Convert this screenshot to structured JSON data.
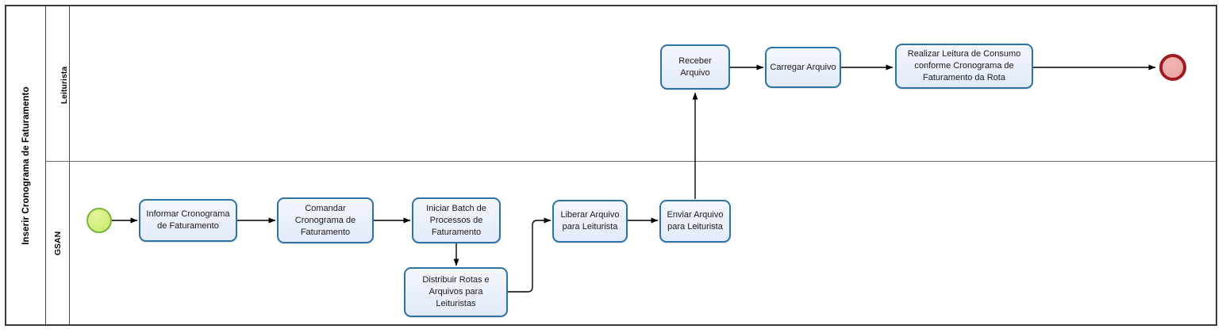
{
  "pool": {
    "title": "Inserir Cronograma de Faturamento",
    "lanes": [
      {
        "id": "leiturista",
        "label": "Leiturista"
      },
      {
        "id": "gsan",
        "label": "GSAN"
      }
    ]
  },
  "events": {
    "start": {
      "name": "start-event",
      "type": "start",
      "lane": "gsan",
      "color": "#d3ee7e",
      "border_color": "#77b33b"
    },
    "end": {
      "name": "end-event",
      "type": "end",
      "lane": "leiturista",
      "color": "#edabab",
      "border_color": "#9e1b20"
    }
  },
  "tasks": [
    {
      "id": "informar-cronograma",
      "lane": "gsan",
      "label": "Informar Cronograma de Faturamento"
    },
    {
      "id": "comandar-cronograma",
      "lane": "gsan",
      "label": "Comandar Cronograma de Faturamento"
    },
    {
      "id": "iniciar-batch",
      "lane": "gsan",
      "label": "Iniciar Batch de Processos de Faturamento"
    },
    {
      "id": "distribuir-rotas",
      "lane": "gsan",
      "label": "Distribuir  Rotas e Arquivos para Leituristas"
    },
    {
      "id": "liberar-arquivo",
      "lane": "gsan",
      "label": "Liberar Arquivo para Leiturista"
    },
    {
      "id": "enviar-arquivo",
      "lane": "gsan",
      "label": "Enviar Arquivo para Leiturista"
    },
    {
      "id": "receber-arquivo",
      "lane": "leiturista",
      "label": "Receber Arquivo"
    },
    {
      "id": "carregar-arquivo",
      "lane": "leiturista",
      "label": "Carregar Arquivo"
    },
    {
      "id": "realizar-leitura",
      "lane": "leiturista",
      "label": "Realizar Leitura de Consumo conforme Cronograma de Faturamento da Rota"
    }
  ],
  "flows": [
    {
      "from": "start-event",
      "to": "informar-cronograma"
    },
    {
      "from": "informar-cronograma",
      "to": "comandar-cronograma"
    },
    {
      "from": "comandar-cronograma",
      "to": "iniciar-batch"
    },
    {
      "from": "iniciar-batch",
      "to": "distribuir-rotas"
    },
    {
      "from": "distribuir-rotas",
      "to": "liberar-arquivo"
    },
    {
      "from": "liberar-arquivo",
      "to": "enviar-arquivo"
    },
    {
      "from": "enviar-arquivo",
      "to": "receber-arquivo"
    },
    {
      "from": "receber-arquivo",
      "to": "carregar-arquivo"
    },
    {
      "from": "carregar-arquivo",
      "to": "realizar-leitura"
    },
    {
      "from": "realizar-leitura",
      "to": "end-event"
    }
  ],
  "style": {
    "task_fill": "#e9effb",
    "task_border": "#2d73a5",
    "pool_border": "#3a3a3a",
    "lane_border": "#6d6d6d",
    "connector": "#000000"
  }
}
